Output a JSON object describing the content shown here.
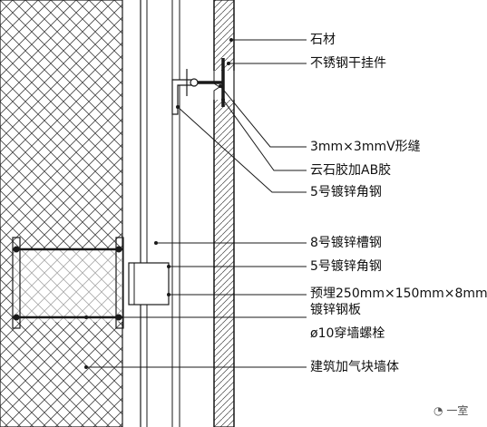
{
  "labels": {
    "stone": "石材",
    "hanger": "不锈钢干挂件",
    "v_groove": "3mm×3mmV形缝",
    "glue": "云石胶加AB胶",
    "angle_top": "5号镀锌角钢",
    "channel": "8号镀锌槽钢",
    "angle_bottom": "5号镀锌角钢",
    "embed_plate_1": "预埋250mm×150mm×8mm",
    "embed_plate_2": "镀锌钢板",
    "through_bolt": "ø10穿墙螺栓",
    "wall": "建筑加气块墙体"
  },
  "watermark": "一室",
  "colors": {
    "line": "#1a1a1a",
    "hatch": "#333333",
    "background": "#ffffff"
  }
}
